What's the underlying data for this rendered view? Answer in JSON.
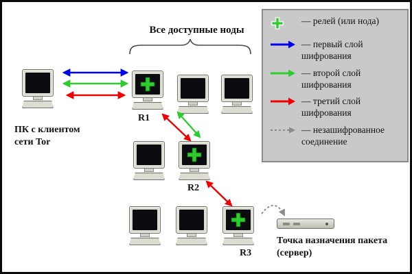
{
  "diagram": {
    "all_nodes_label": "Все доступные ноды",
    "pc_label": "ПК с клиентом\nсети Tor",
    "relay1_label": "R1",
    "relay2_label": "R2",
    "relay3_label": "R3",
    "destination_label": "Точка назначения пакета\n(сервер)"
  },
  "legend": {
    "items": [
      {
        "icon": "relay-plus-icon",
        "label": "— релей (или нода)"
      },
      {
        "icon": "blue-arrow-icon",
        "label": "— первый слой\nшифрования"
      },
      {
        "icon": "green-arrow-icon",
        "label": "— второй слой\nшифрования"
      },
      {
        "icon": "red-arrow-icon",
        "label": "— третий слой\nшифрования"
      },
      {
        "icon": "dashed-arrow-icon",
        "label": "— незашифрованное\nсоединение"
      }
    ]
  },
  "colors": {
    "first_layer_blue": "#0000ee",
    "second_layer_green": "#2ecc2e",
    "third_layer_red": "#ee0000",
    "unencrypted_gray": "#8a8a8a",
    "relay_plus_green": "#2ecc2e",
    "legend_background": "#c9c9c9"
  }
}
